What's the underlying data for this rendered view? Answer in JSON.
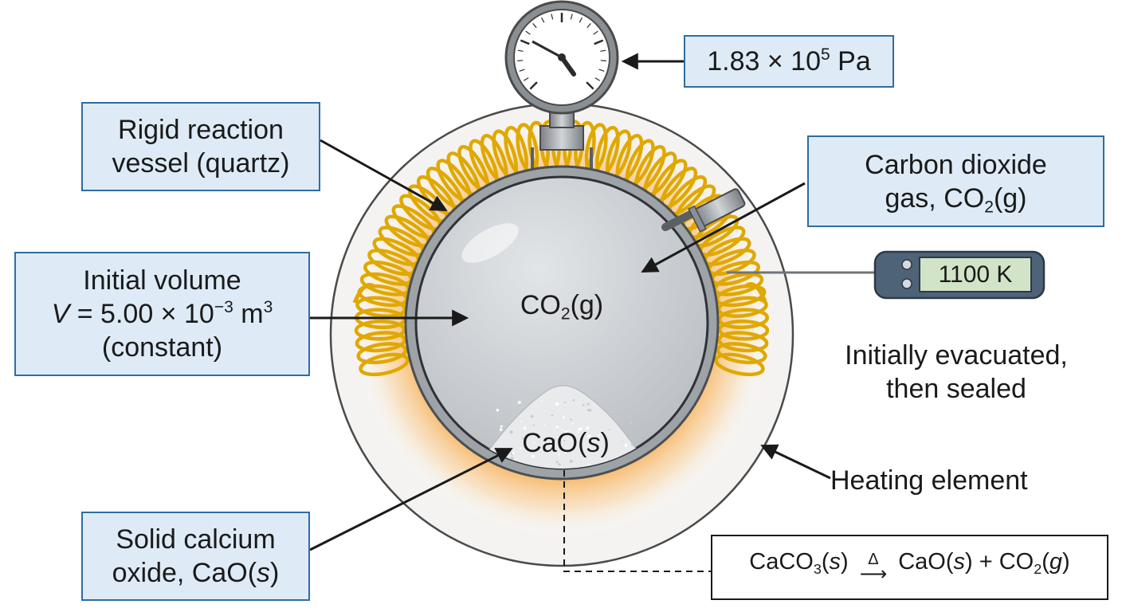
{
  "colors": {
    "box_fill": "#deebf7",
    "box_border": "#2e6da4",
    "coil": "#e0a800",
    "glow": "#f7b96a",
    "vessel_gas": "#c3c8cd",
    "steel": "#8a8f94"
  },
  "icons": [
    "pressure-gauge-icon",
    "digital-thermometer-icon",
    "heating-coil-icon"
  ],
  "pressure": {
    "value": "1.83 × 10",
    "exp": "5",
    "unit": " Pa"
  },
  "vessel_label": {
    "line1": "Rigid reaction",
    "line2": "vessel (quartz)"
  },
  "co2_label": {
    "line1": "Carbon dioxide",
    "line2_pre": "gas, CO",
    "line2_sub": "2",
    "line2_post": "(g)"
  },
  "volume_label": {
    "line1": "Initial volume",
    "v_symbol": "V",
    "v_eq": " = 5.00 × 10",
    "v_exp": "−3",
    "v_unit": " m",
    "v_unit_exp": "3",
    "line3": "(constant)"
  },
  "thermometer": {
    "reading": "1100 K"
  },
  "note": {
    "line1": "Initially evacuated,",
    "line2": "then sealed"
  },
  "heating_label": "Heating element",
  "solid_label": {
    "line1": "Solid calcium",
    "line2_pre": "oxide, CaO(",
    "line2_italic": "s",
    "line2_post": ")"
  },
  "gas_inside": {
    "pre": "CO",
    "sub": "2",
    "post": "(g)"
  },
  "solid_inside": {
    "pre": "CaO(",
    "italic": "s",
    "post": ")"
  },
  "equation": {
    "r_pre": "CaCO",
    "r_sub": "3",
    "r_open": "(",
    "r_state": "s",
    "r_close": ")",
    "delta": "Δ",
    "p1_pre": "CaO(",
    "p1_state": "s",
    "p1_close": ") + CO",
    "p2_sub": "2",
    "p2_open": "(",
    "p2_state": "g",
    "p2_close": ")"
  }
}
